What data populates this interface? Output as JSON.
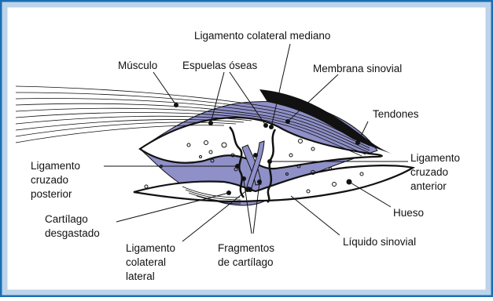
{
  "colors": {
    "frame_outer": "#1a6fb5",
    "frame_inner": "#bcd3ea",
    "background": "#ffffff",
    "synovial_fill": "#8f90c8",
    "line": "#111111"
  },
  "labels": {
    "medial_ligament": "Ligamento colateral mediano",
    "muscle": "Músculo",
    "bone_spurs": "Espuelas óseas",
    "synovial_membrane": "Membrana sinovial",
    "tendons": "Tendones",
    "posterior_cruciate": [
      "Ligamento",
      "cruzado",
      "posterior"
    ],
    "anterior_cruciate": [
      "Ligamento",
      "cruzado",
      "anterior"
    ],
    "bone": "Hueso",
    "worn_cartilage": [
      "Cartílago",
      "desgastado"
    ],
    "synovial_fluid": "Líquido sinovial",
    "lateral_ligament": [
      "Ligamento",
      "colateral",
      "lateral"
    ],
    "cartilage_fragments": [
      "Fragmentos",
      "de cartílago"
    ]
  }
}
